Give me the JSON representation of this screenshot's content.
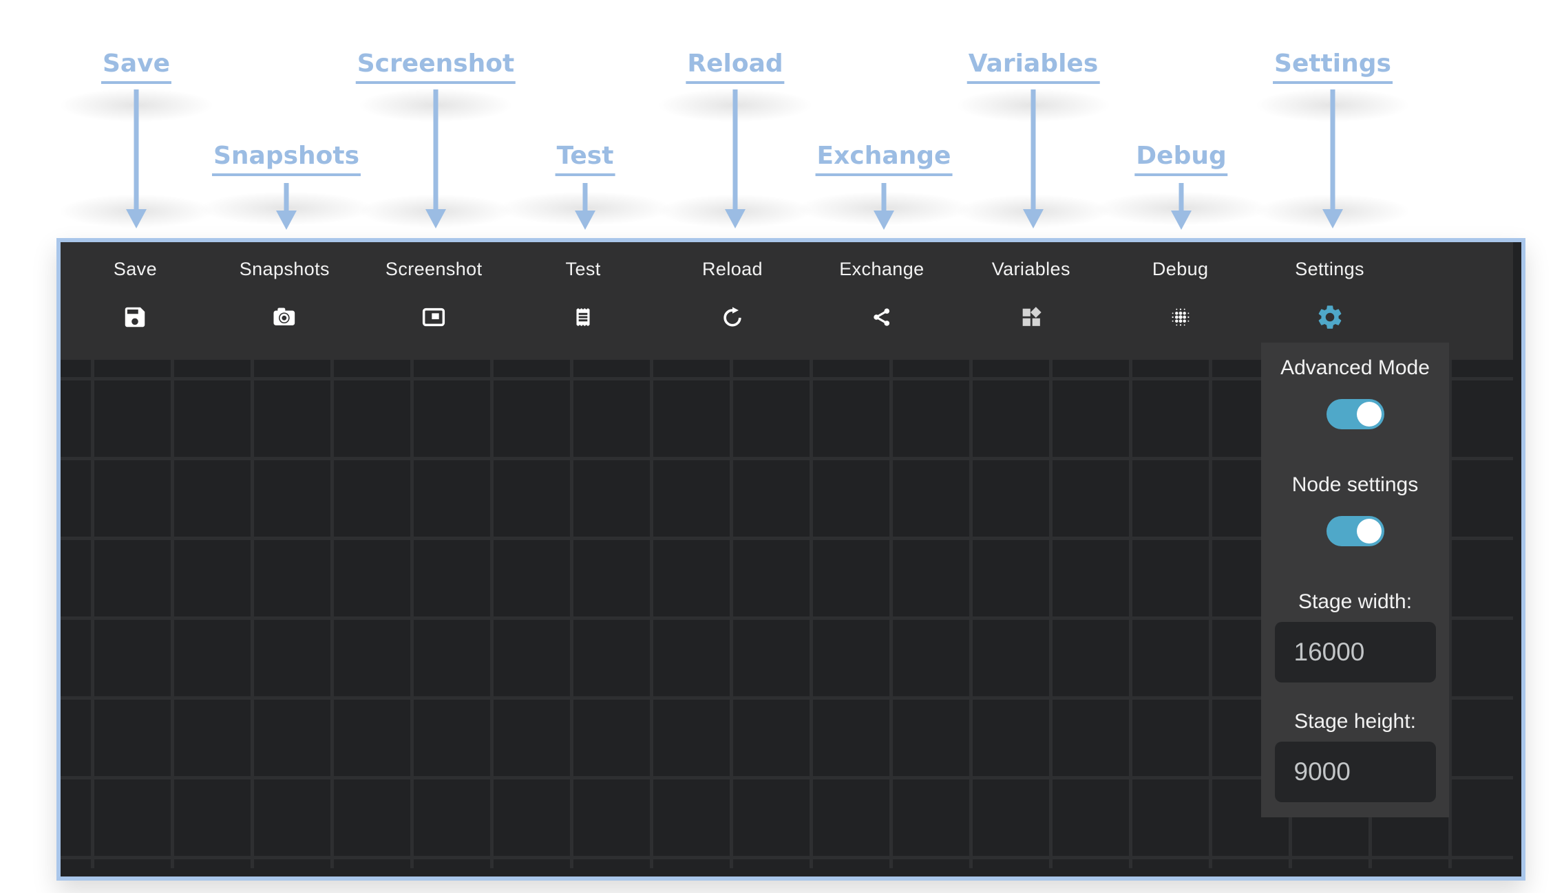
{
  "annotations": [
    {
      "label": "Save",
      "row": 1
    },
    {
      "label": "Snapshots",
      "row": 2
    },
    {
      "label": "Screenshot",
      "row": 1
    },
    {
      "label": "Test",
      "row": 2
    },
    {
      "label": "Reload",
      "row": 1
    },
    {
      "label": "Exchange",
      "row": 2
    },
    {
      "label": "Variables",
      "row": 1
    },
    {
      "label": "Debug",
      "row": 2
    },
    {
      "label": "Settings",
      "row": 1
    }
  ],
  "toolbar": {
    "items": [
      {
        "label": "Save",
        "icon": "save-icon"
      },
      {
        "label": "Snapshots",
        "icon": "camera-icon"
      },
      {
        "label": "Screenshot",
        "icon": "screenshot-icon"
      },
      {
        "label": "Test",
        "icon": "receipt-icon"
      },
      {
        "label": "Reload",
        "icon": "reload-icon"
      },
      {
        "label": "Exchange",
        "icon": "share-icon"
      },
      {
        "label": "Variables",
        "icon": "widgets-icon"
      },
      {
        "label": "Debug",
        "icon": "dots-grid-icon"
      },
      {
        "label": "Settings",
        "icon": "gear-icon",
        "active": true
      }
    ]
  },
  "settings_panel": {
    "advanced_mode": {
      "label": "Advanced Mode",
      "enabled": true
    },
    "node_settings": {
      "label": "Node settings",
      "enabled": true
    },
    "stage_width": {
      "label": "Stage width:",
      "value": "16000"
    },
    "stage_height": {
      "label": "Stage height:",
      "value": "9000"
    }
  },
  "colors": {
    "annotation_blue": "#9bbce3",
    "window_border_blue": "#a9c6ea",
    "toolbar_bg": "#303031",
    "canvas_bg": "#212224",
    "grid_line": "#2e2f31",
    "panel_bg": "#3a3a3b",
    "input_bg": "#242527",
    "accent_teal": "#4fa8c9",
    "icon_white": "#ffffff"
  }
}
